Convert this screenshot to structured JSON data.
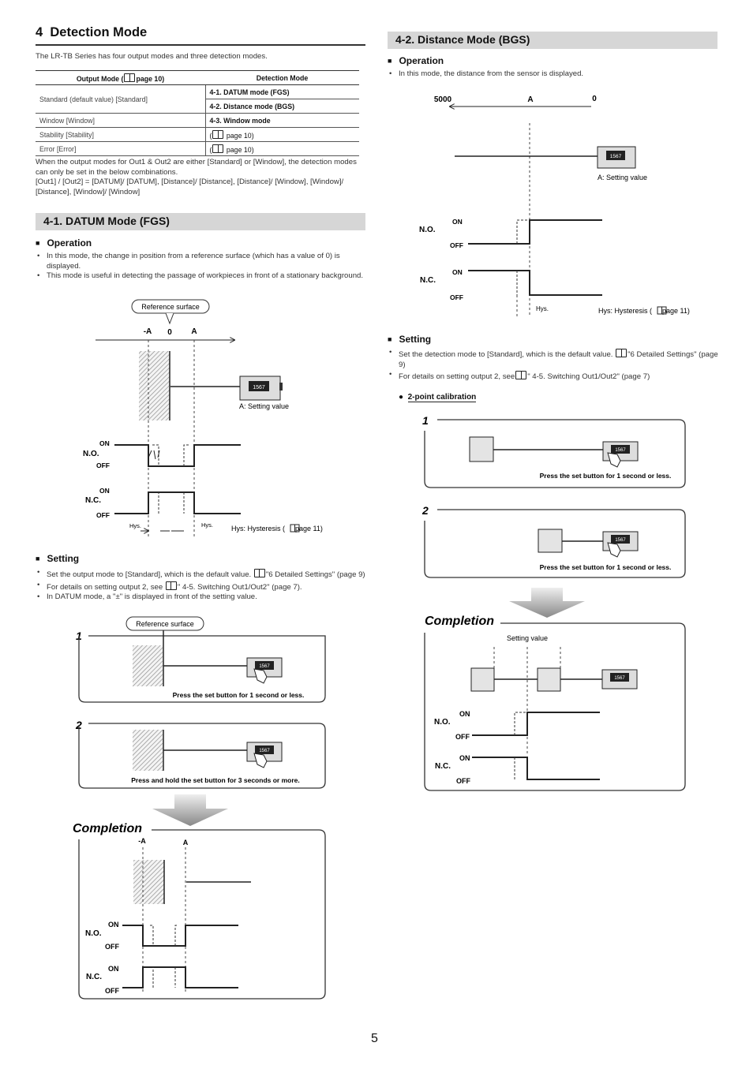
{
  "section": {
    "number": "4",
    "title": "Detection Mode"
  },
  "intro": "The LR-TB Series has four output modes and three detection modes.",
  "table": {
    "headers": [
      "Output Mode (",
      "page 10)",
      "Detection Mode"
    ],
    "rows": [
      {
        "output": "Standard (default value) [Standard]",
        "modes": [
          "4-1. DATUM mode (FGS)",
          "4-2. Distance mode (BGS)"
        ]
      },
      {
        "output": "Window [Window]",
        "modes": [
          "4-3. Window mode"
        ]
      },
      {
        "output": "Stability [Stability]",
        "modes": [
          "page 10)"
        ]
      },
      {
        "output": "Error [Error]",
        "modes": [
          "page 10)"
        ]
      }
    ]
  },
  "combo_note": "When the output modes for Out1 & Out2 are either [Standard] or [Window], the detection modes can only be set in the below combinations.",
  "combo_list": "[Out1] / [Out2] = [DATUM]/ [DATUM], [Distance]/ [Distance], [Distance]/ [Window], [Window]/ [Distance], [Window]/ [Window]",
  "datum": {
    "title": "4-1. DATUM Mode (FGS)",
    "operation_heading": "Operation",
    "operation_bullets": [
      "In this mode, the change in position from a reference surface (which has a value of 0) is displayed.",
      "This mode is useful in detecting the passage of workpieces in front of a stationary background."
    ],
    "diagram": {
      "reference_surface": "Reference surface",
      "axis_labels": [
        "-A",
        "0",
        "A"
      ],
      "setting_value": "A: Setting value",
      "no": "N.O.",
      "nc": "N.C.",
      "on": "ON",
      "off": "OFF",
      "hys": "Hys.",
      "hys_note": "Hys: Hysteresis (",
      "hys_page": "page 11)"
    },
    "setting_heading": "Setting",
    "setting_bullets": [
      "Set the output mode to [Standard], which is the default value.",
      "\"6 Detailed Settings\" (page 9)",
      "For details on setting output 2, see",
      "\" 4-5. Switching Out1/Out2\" (page 7).",
      "In DATUM mode, a \"±\" is displayed in front of the setting value."
    ],
    "steps": [
      {
        "number": "1",
        "caption": "Press the set button for 1 second or less.",
        "reference_surface": "Reference surface"
      },
      {
        "number": "2",
        "caption": "Press and hold the set button for 3 seconds or more."
      }
    ],
    "completion": "Completion",
    "completion_labels": [
      "-A",
      "A"
    ]
  },
  "distance": {
    "title": "4-2. Distance Mode (BGS)",
    "operation_heading": "Operation",
    "operation_bullets": [
      "In this mode, the distance from the sensor is displayed."
    ],
    "diagram": {
      "axis_labels": [
        "5000",
        "A",
        "0"
      ],
      "setting_value": "A: Setting value",
      "no": "N.O.",
      "nc": "N.C.",
      "on": "ON",
      "off": "OFF",
      "hys": "Hys.",
      "hys_note": "Hys: Hysteresis (",
      "hys_page": "page 11)"
    },
    "setting_heading": "Setting",
    "setting_bullets": [
      "Set the detection mode to [Standard], which is the default value.",
      "\"6 Detailed Settings\" (page 9)",
      "For details on setting output 2, see",
      "\" 4-5. Switching Out1/Out2\" (page 7)"
    ],
    "calibration": "2-point calibration",
    "steps": [
      {
        "number": "1",
        "caption": "Press the set button for 1 second or less."
      },
      {
        "number": "2",
        "caption": "Press the set button for 1 second or less."
      }
    ],
    "completion": "Completion",
    "setting_value_label": "Setting value"
  },
  "sensor_display": "1567",
  "page_number": "5"
}
